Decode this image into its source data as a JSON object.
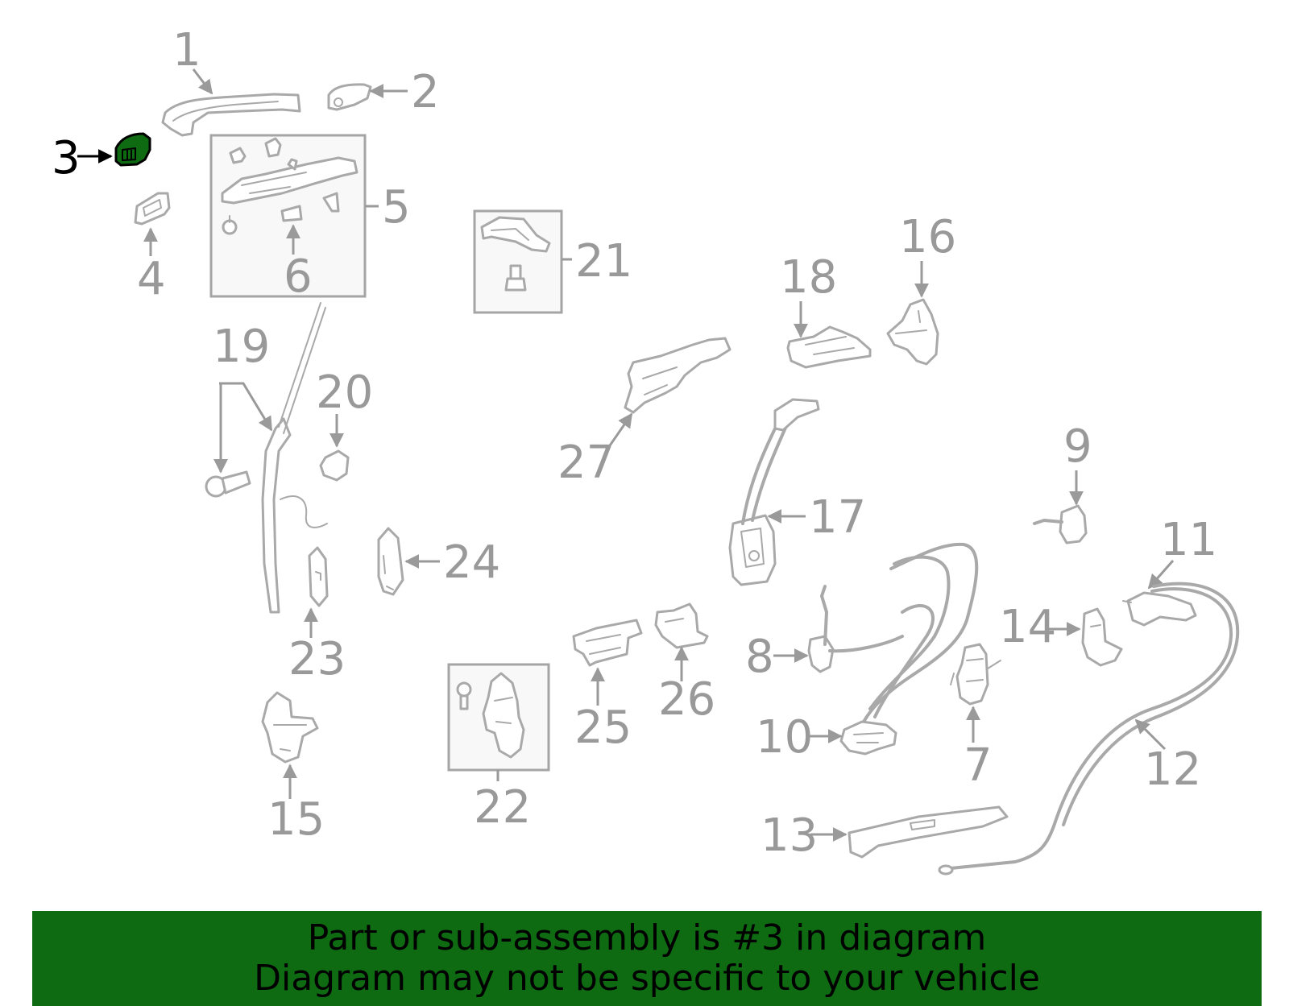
{
  "diagram": {
    "callouts": [
      "1",
      "2",
      "3",
      "4",
      "5",
      "6",
      "7",
      "8",
      "9",
      "10",
      "11",
      "12",
      "13",
      "14",
      "15",
      "16",
      "17",
      "18",
      "19",
      "20",
      "21",
      "22",
      "23",
      "24",
      "25",
      "26",
      "27"
    ],
    "highlighted_callout": "3",
    "highlight_color": "#0e6b12",
    "line_color": "#a9a9a9"
  },
  "banner": {
    "line1": "Part or sub-assembly is #3 in diagram",
    "line2": "Diagram may not be specific to your vehicle",
    "background_color": "#0e6b12"
  }
}
